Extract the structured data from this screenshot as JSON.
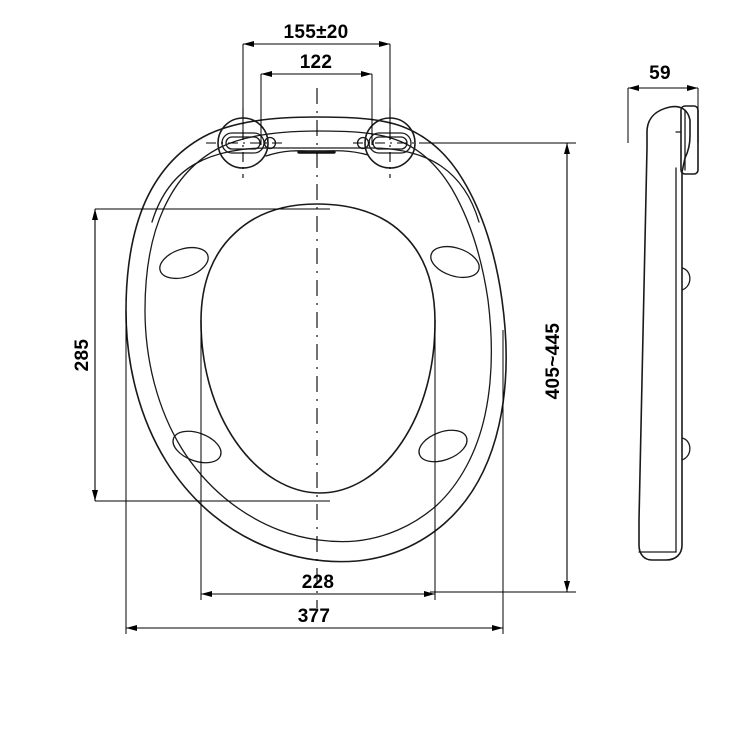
{
  "drawing": {
    "title": "Toilet seat technical dimension drawing",
    "units_note": "",
    "line_color": "#1a1a1a",
    "background": "#ffffff",
    "views": {
      "top_view": {
        "name": "top-view",
        "description": "Toilet seat cover seen from above with two hinge mounts, oval seat opening and four oval buffer pads"
      },
      "side_view": {
        "name": "side-view",
        "description": "Toilet seat cover seen from the side showing profile thickness and hinge block"
      }
    },
    "dimensions": {
      "hinge_outer": {
        "label": "155±20",
        "name": "dimension-hinge-outer",
        "orientation": "horizontal"
      },
      "hinge_inner": {
        "label": "122",
        "name": "dimension-hinge-inner",
        "orientation": "horizontal"
      },
      "seat_width_inner": {
        "label": "285",
        "name": "dimension-inner-width",
        "orientation": "vertical"
      },
      "seat_length": {
        "label": "405~445",
        "name": "dimension-total-length",
        "orientation": "vertical"
      },
      "opening_width": {
        "label": "228",
        "name": "dimension-opening-width",
        "orientation": "horizontal"
      },
      "total_width": {
        "label": "377",
        "name": "dimension-total-width",
        "orientation": "horizontal"
      },
      "thickness": {
        "label": "59",
        "name": "dimension-thickness",
        "orientation": "horizontal"
      }
    }
  }
}
